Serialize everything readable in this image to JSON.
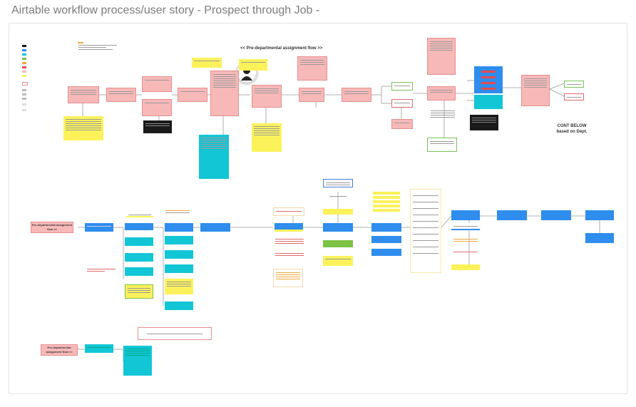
{
  "page_title": "Airtable workflow process/user story - Prospect through Job -",
  "diagram": {
    "section_heading": "<< Pre-departmental assignment flow >>",
    "cont_below_line1": "CONT BELOW",
    "cont_below_line2": "based on Dept.",
    "row_label_1": "Pre-departmental assignment flow >>",
    "row_label_2": "Pre-departmental assignment flow >>",
    "colors": {
      "pink": "#f7b8b8",
      "yellow": "#fbf25a",
      "cyan": "#12c6d6",
      "blue": "#2e8ded",
      "black": "#1a1a1a",
      "green": "#7cc243"
    }
  }
}
